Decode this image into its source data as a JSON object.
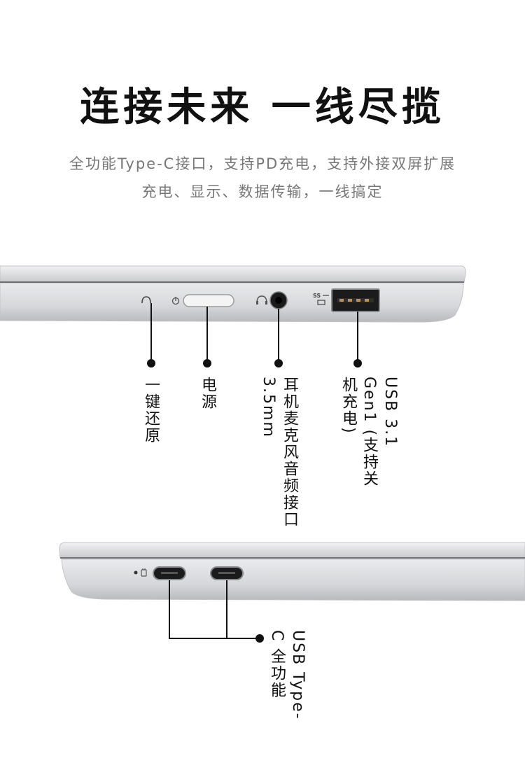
{
  "headline": "连接未来 一线尽揽",
  "subtitle_line1": "全功能Type-C接口，支持PD充电，支持外接双屏扩展",
  "subtitle_line2": "充电、显示、数据传输，一线搞定",
  "ports_right_side": {
    "reset_label": "一键还原",
    "power_label": "电源",
    "audio_label": "耳机麦克风音频接口 3.5mm",
    "usb_label": "USB 3.1 Gen1 (支持关机充电)"
  },
  "ports_left_side": {
    "typec_label": "USB Type-C 全功能"
  },
  "icons": {
    "reset": "reset-icon",
    "power": "power-icon",
    "headphone": "headphone-icon",
    "usb_ss": "usb-superspeed-icon",
    "charge_led": "charging-indicator-icon"
  },
  "colors": {
    "laptop_body": "#dcdde0",
    "callout_line": "#111111",
    "subtitle": "#777777"
  }
}
